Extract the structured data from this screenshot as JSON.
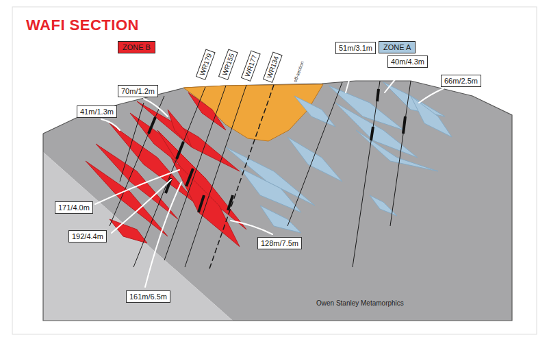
{
  "diagram": {
    "title": "WAFI SECTION",
    "nodes": [
      {
        "text": [
          "ZONE B"
        ]
      },
      {
        "text": [
          "WR179"
        ]
      },
      {
        "text": [
          "WR155"
        ]
      },
      {
        "text": [
          "WR177"
        ]
      },
      {
        "text": [
          "WR134"
        ]
      },
      {
        "text": [
          "ZONE A"
        ]
      },
      {
        "text": [
          "51m/3.1m"
        ]
      },
      {
        "text": [
          "40m/4.3m"
        ]
      },
      {
        "text": [
          "70m/1.2m"
        ]
      },
      {
        "text": [
          "66m/2.5m"
        ]
      },
      {
        "text": [
          "41m/1.3m"
        ]
      },
      {
        "text": [
          "171/4.0m"
        ]
      },
      {
        "text": [
          "192/4.4m"
        ]
      },
      {
        "text": [
          "128m/7.5m"
        ]
      },
      {
        "text": [
          "161m/6.5m"
        ]
      }
    ],
    "labels": [
      "off-section",
      "Owen Stanley Metamorphics"
    ]
  }
}
